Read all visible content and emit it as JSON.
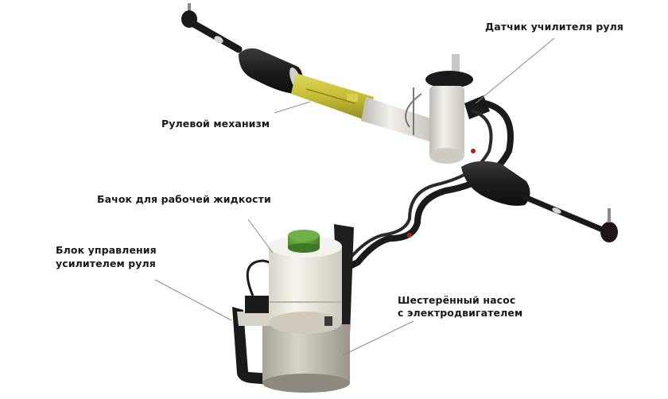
{
  "diagram": {
    "subject": "Electro-hydraulic power steering system",
    "labels": {
      "sensor": "Датчик училителя руля",
      "mechanism": "Рулевой механизм",
      "reservoir": "Бачок для рабочей жидкости",
      "control_unit_line1": "Блок управления",
      "control_unit_line2": "усилителем руля",
      "pump_line1": "Шестерённый насос",
      "pump_line2": "с электродвигателем"
    },
    "colors": {
      "background": "#ffffff",
      "text": "#1a1a1a",
      "leader_line": "#8a8a8a",
      "rack_yellow": "#c9c23a",
      "boot_black": "#1e1e1e",
      "housing_white": "#e8e6e0",
      "cap_green": "#5a9a3a"
    }
  }
}
